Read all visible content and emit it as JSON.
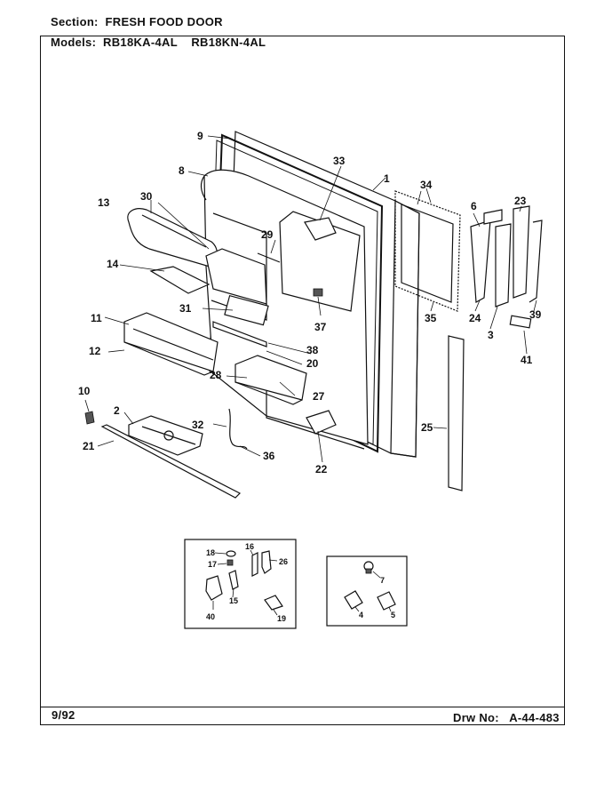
{
  "header": {
    "section_label": "Section:",
    "section_value": "FRESH FOOD DOOR",
    "models_label": "Models:",
    "models_value": "RB18KA-4AL    RB18KN-4AL"
  },
  "footer": {
    "date": "9/92",
    "drw_label": "Drw No:",
    "drw_value": "A-44-483"
  },
  "callouts": {
    "c1": "1",
    "c2": "2",
    "c3": "3",
    "c6": "6",
    "c8": "8",
    "c9": "9",
    "c10": "10",
    "c11": "11",
    "c12": "12",
    "c13": "13",
    "c14": "14",
    "c20": "20",
    "c21": "21",
    "c22": "22",
    "c23": "23",
    "c24": "24",
    "c25": "25",
    "c27": "27",
    "c28": "28",
    "c29": "29",
    "c30": "30",
    "c31": "31",
    "c32": "32",
    "c33": "33",
    "c34": "34",
    "c35": "35",
    "c36": "36",
    "c37": "37",
    "c38": "38",
    "c39": "39",
    "c41": "41"
  },
  "inset_left": {
    "c15": "15",
    "c16": "16",
    "c17": "17",
    "c18": "18",
    "c19": "19",
    "c26": "26",
    "c40": "40"
  },
  "inset_right": {
    "c4": "4",
    "c5": "5",
    "c7": "7"
  }
}
